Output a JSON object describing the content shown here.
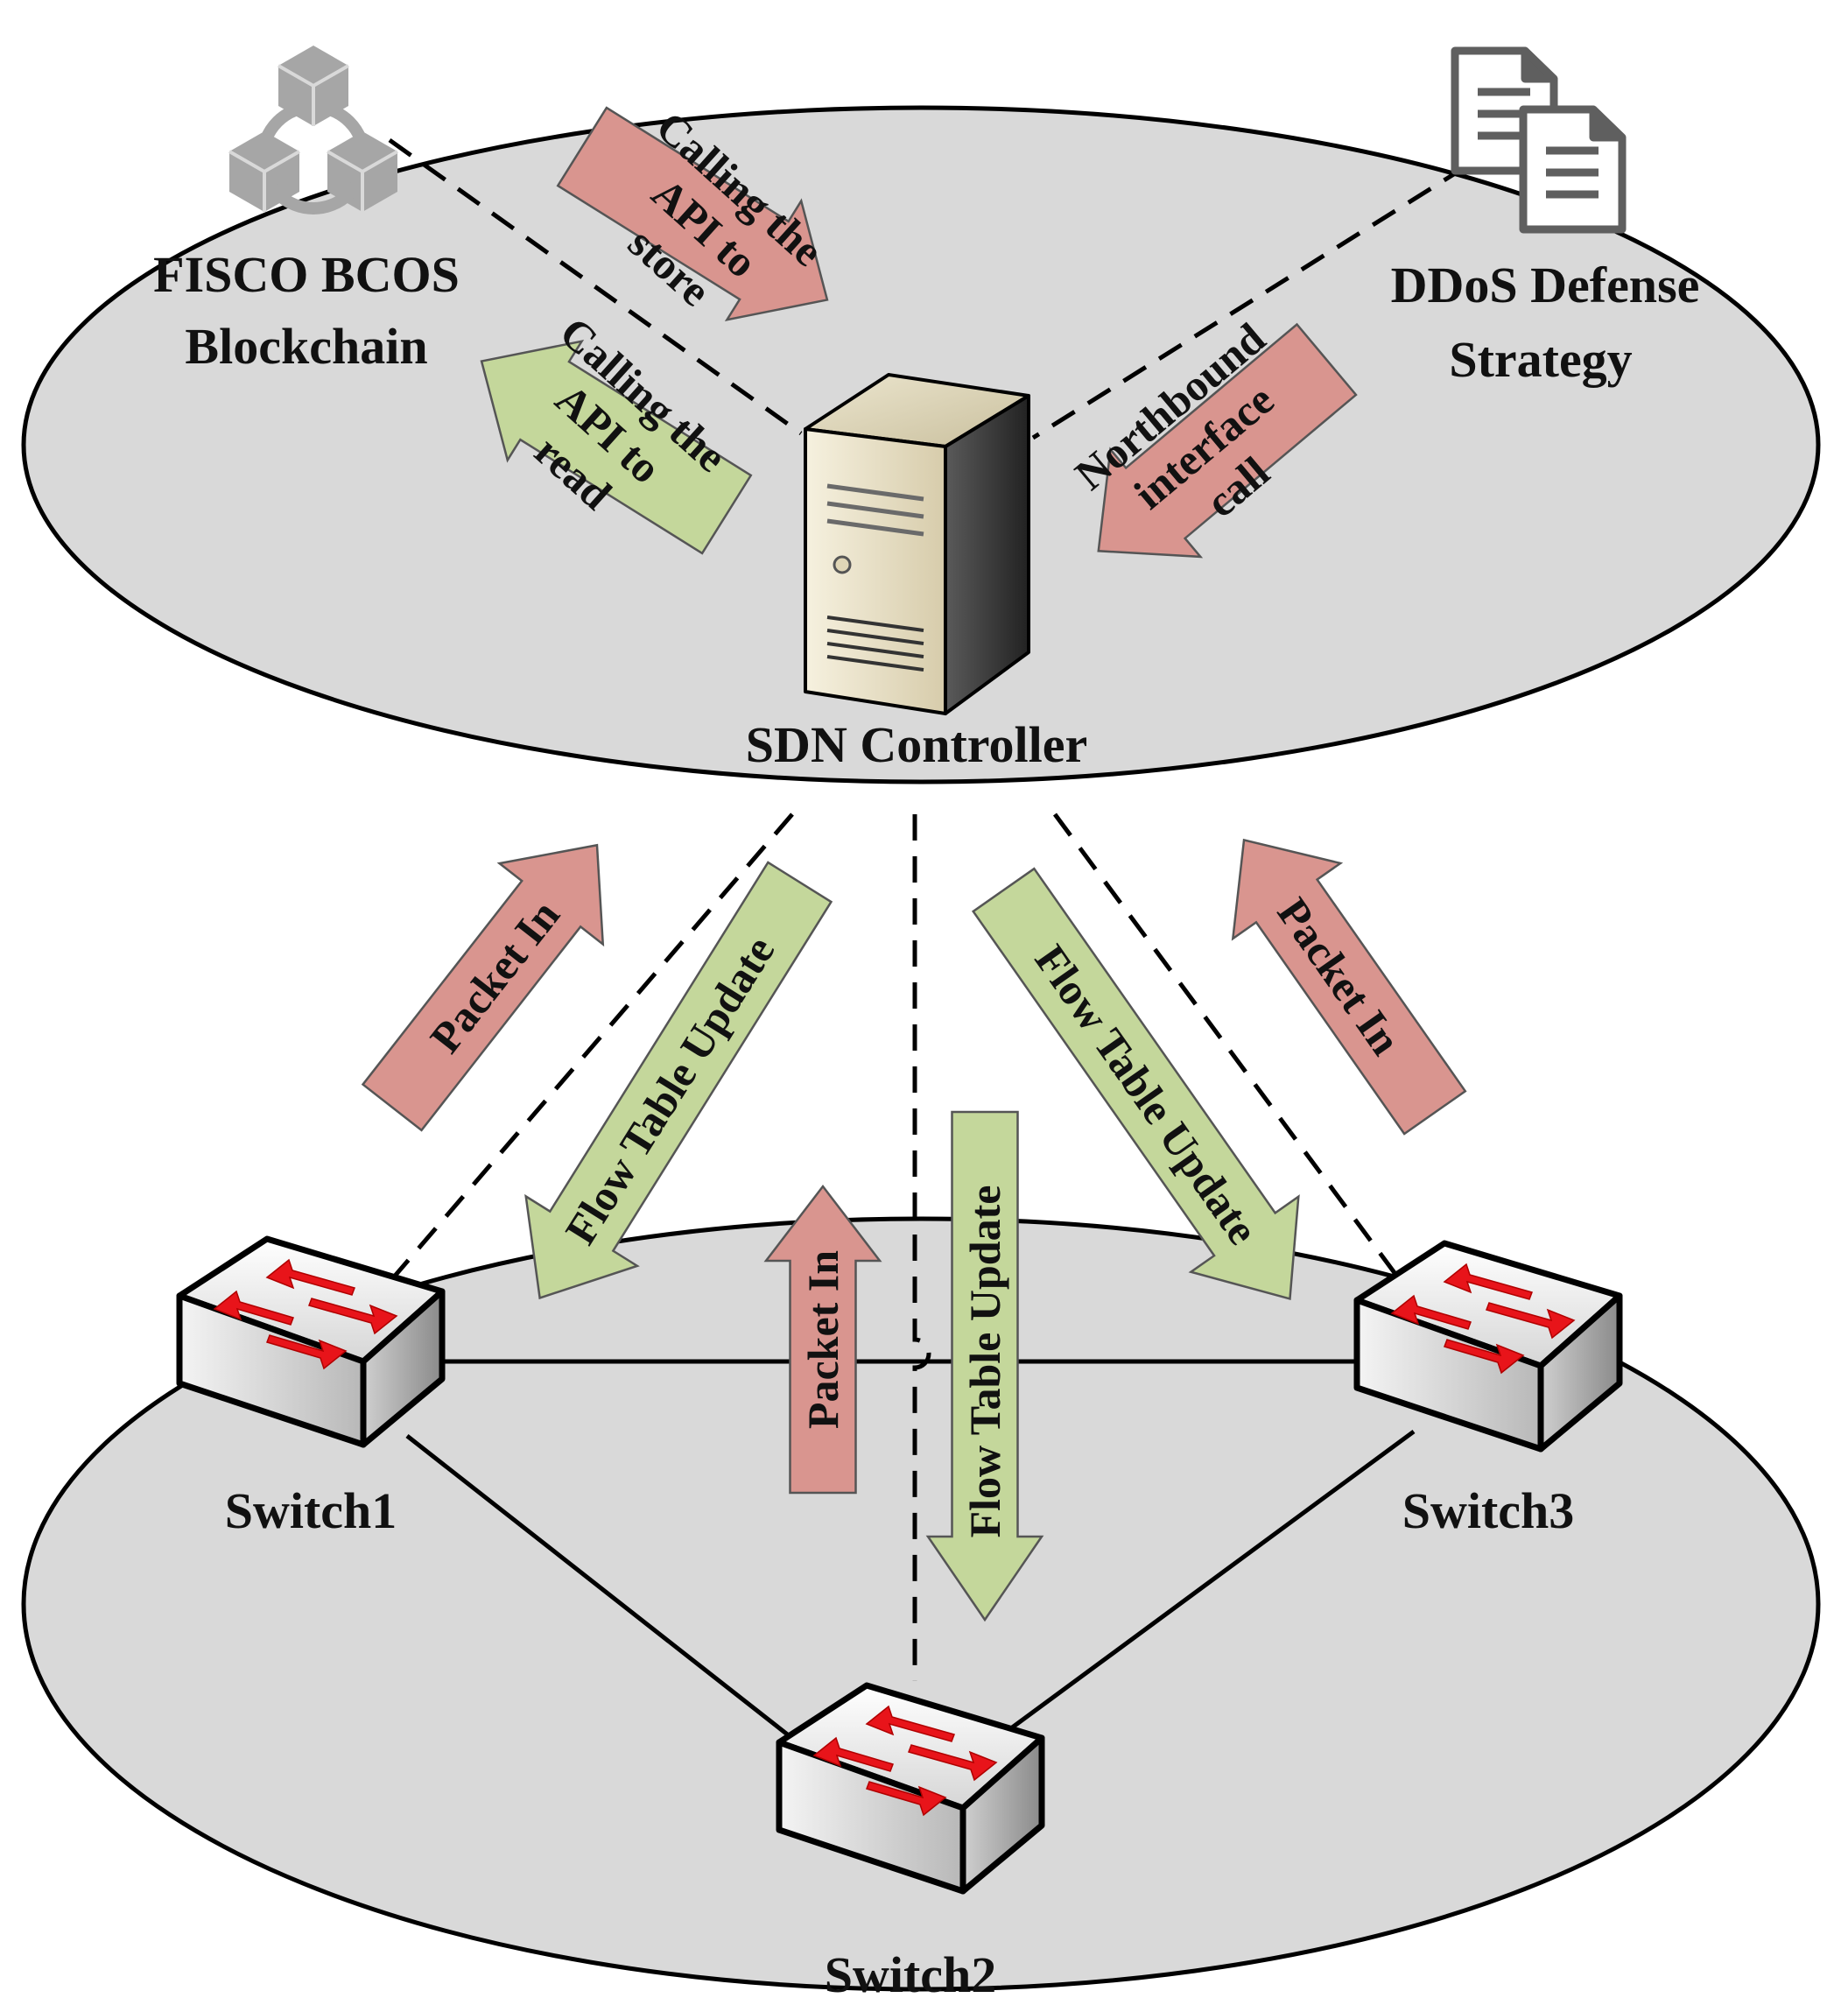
{
  "nodes": {
    "blockchain": {
      "line1": "FISCO BCOS",
      "line2": "Blockchain"
    },
    "defense": {
      "line1": "DDoS Defense",
      "line2": "Strategy"
    },
    "controller": {
      "label": "SDN Controller"
    },
    "switch1": {
      "label": "Switch1"
    },
    "switch2": {
      "label": "Switch2"
    },
    "switch3": {
      "label": "Switch3"
    }
  },
  "arrows": {
    "store": {
      "lines": [
        "Calling the",
        "API to",
        "store"
      ]
    },
    "read": {
      "lines": [
        "Calling the",
        "API to",
        "read"
      ]
    },
    "northbound": {
      "lines": [
        "Northbound",
        "interface",
        "call"
      ]
    },
    "packet_in_1": {
      "label": "Packet In"
    },
    "flow_update_1": {
      "label": "Flow Table Update"
    },
    "packet_in_2": {
      "label": "Packet In"
    },
    "flow_update_2": {
      "label": "Flow Table Update"
    },
    "packet_in_3": {
      "label": "Packet In"
    },
    "flow_update_3": {
      "label": "Flow Table Update"
    }
  },
  "colors": {
    "request_arrow": "#d9958f",
    "response_arrow": "#c4d79b",
    "plane_fill": "#d9d9d9",
    "switch_arrow": "#e8141a"
  }
}
